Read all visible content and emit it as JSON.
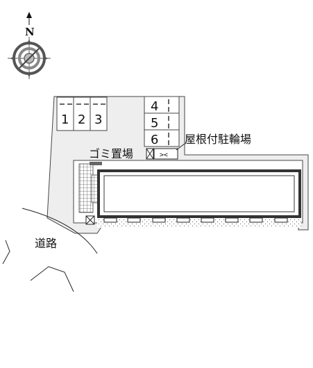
{
  "compass": {
    "north_label": "N"
  },
  "parking": {
    "spaces_left": [
      "1",
      "2",
      "3"
    ],
    "spaces_right": [
      "4",
      "5",
      "6"
    ]
  },
  "labels": {
    "garbage": "ゴミ置場",
    "bike_parking": "屋根付駐輪場",
    "road": "道路",
    "bike_symbol": "><"
  },
  "colors": {
    "lot": "#eeeeee",
    "building_outline": "#333333",
    "ink": "#111111"
  }
}
